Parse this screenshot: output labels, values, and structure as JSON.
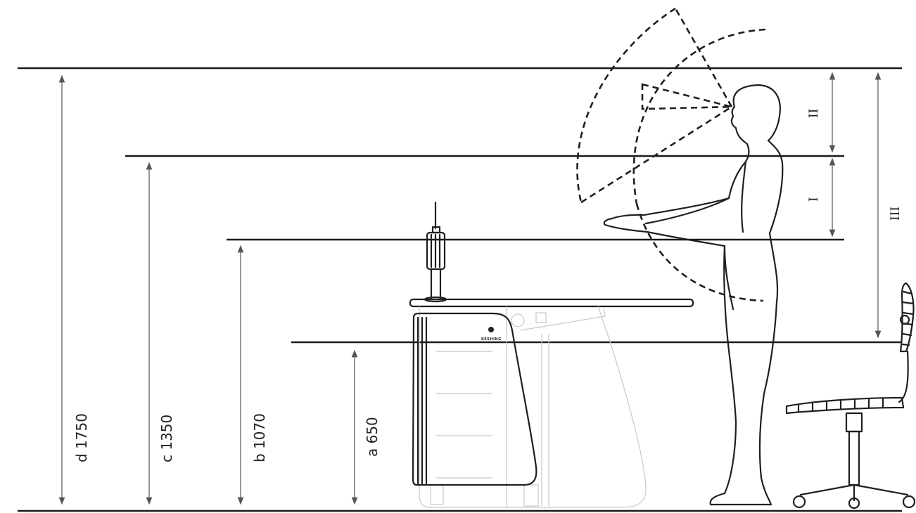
{
  "levels": [
    {
      "letter": "d",
      "value": 1750,
      "text": "d 1750"
    },
    {
      "letter": "c",
      "value": 1350,
      "text": "c 1350"
    },
    {
      "letter": "b",
      "value": 1070,
      "text": "b 1070"
    },
    {
      "letter": "a",
      "value": 650,
      "text": "a 650"
    }
  ],
  "zones": [
    {
      "id": "II",
      "text": "II"
    },
    {
      "id": "I",
      "text": "I"
    },
    {
      "id": "III",
      "text": "III"
    }
  ],
  "brand": {
    "text": "KESHING"
  },
  "colors": {
    "ink": "#1f1f1f",
    "dim": "#555555",
    "faint": "#c8c8c8",
    "background": "#ffffff"
  },
  "icons": [
    "double-arrow-icon",
    "person-silhouette",
    "desk-illustration",
    "chair-illustration",
    "microscope-illustration"
  ]
}
